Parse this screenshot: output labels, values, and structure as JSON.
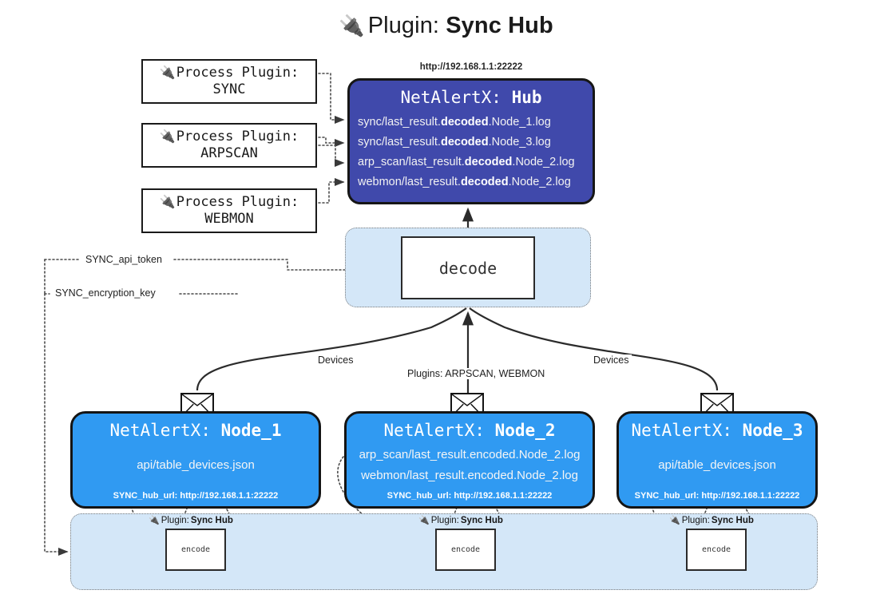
{
  "title": {
    "icon": "electric-plug-icon",
    "glyph": "🔌",
    "prefix": "Plugin: ",
    "name": "Sync Hub"
  },
  "colors": {
    "hub_fill": "#4049ab",
    "node_fill": "#309af2",
    "container_fill": "#d4e7f8",
    "border": "#141414",
    "page_bg": "#ffffff"
  },
  "process_plugins": [
    {
      "id": "proc-sync",
      "line1": "Process Plugin:",
      "line2": "SYNC",
      "glyph": "🔌"
    },
    {
      "id": "proc-arpscan",
      "line1": "Process Plugin:",
      "line2": "ARPSCAN",
      "glyph": "🔌"
    },
    {
      "id": "proc-webmon",
      "line1": "Process Plugin:",
      "line2": "WEBMON",
      "glyph": "🔌"
    }
  ],
  "hub": {
    "url": "http://192.168.1.1:22222",
    "title_prefix": "NetAlertX: ",
    "title_name": "Hub",
    "logs": [
      {
        "pre": "sync/last_result.",
        "bold": "decoded",
        "post": ".Node_1.log"
      },
      {
        "pre": "sync/last_result.",
        "bold": "decoded",
        "post": ".Node_3.log"
      },
      {
        "pre": "arp_scan/last_result.",
        "bold": "decoded",
        "post": ".Node_2.log"
      },
      {
        "pre": "webmon/last_result.",
        "bold": "decoded",
        "post": ".Node_2.log"
      }
    ]
  },
  "decode": {
    "label": "decode"
  },
  "edge_labels": {
    "devices_left": "Devices",
    "devices_right": "Devices",
    "plugins": "Plugins: ARPSCAN, WEBMON",
    "api_token": "SYNC_api_token",
    "encryption_key": "SYNC_encryption_key"
  },
  "nodes": [
    {
      "id": "node-1",
      "title_prefix": "NetAlertX: ",
      "title_name": "Node_1",
      "lines": [
        "api/table_devices.json"
      ],
      "footer": "SYNC_hub_url: http://192.168.1.1:22222",
      "icon": "envelope-icon"
    },
    {
      "id": "node-2",
      "title_prefix": "NetAlertX: ",
      "title_name": "Node_2",
      "lines": [
        "arp_scan/last_result.encoded.Node_2.log",
        "webmon/last_result.encoded.Node_2.log"
      ],
      "footer": "SYNC_hub_url: http://192.168.1.1:22222",
      "icon": "envelope-icon"
    },
    {
      "id": "node-3",
      "title_prefix": "NetAlertX: ",
      "title_name": "Node_3",
      "lines": [
        "api/table_devices.json"
      ],
      "footer": "SYNC_hub_url: http://192.168.1.1:22222",
      "icon": "envelope-icon"
    }
  ],
  "encoders": [
    {
      "caption_prefix": "Plugin: ",
      "caption_name": "Sync Hub",
      "label": "encode",
      "glyph": "🔌"
    },
    {
      "caption_prefix": "Plugin: ",
      "caption_name": "Sync Hub",
      "label": "encode",
      "glyph": "🔌"
    },
    {
      "caption_prefix": "Plugin: ",
      "caption_name": "Sync Hub",
      "label": "encode",
      "glyph": "🔌"
    }
  ]
}
